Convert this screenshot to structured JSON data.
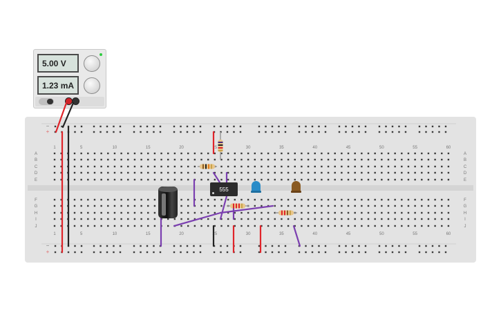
{
  "power_supply": {
    "voltage_display": "5.00 V",
    "current_display": "1.23 mA"
  },
  "breadboard": {
    "top_numbers": [
      "1",
      "5",
      "10",
      "15",
      "20",
      "25",
      "30",
      "35",
      "40",
      "45",
      "50",
      "55",
      "60"
    ],
    "bottom_numbers": [
      "1",
      "5",
      "10",
      "15",
      "20",
      "25",
      "30",
      "35",
      "40",
      "45",
      "50",
      "55",
      "60"
    ],
    "row_letters_top": [
      "A",
      "B",
      "C",
      "D",
      "E"
    ],
    "row_letters_bottom": [
      "F",
      "G",
      "H",
      "I",
      "J"
    ],
    "rail_signs": [
      "−",
      "+"
    ]
  },
  "components": {
    "ic_label": "555"
  },
  "colors": {
    "wire_red": "#e0242a",
    "wire_black": "#222222",
    "wire_purple": "#7b3fb0",
    "breadboard": "#e3e3e3",
    "led_blue": "#2a8cc8",
    "led_brown": "#8a5a22"
  }
}
